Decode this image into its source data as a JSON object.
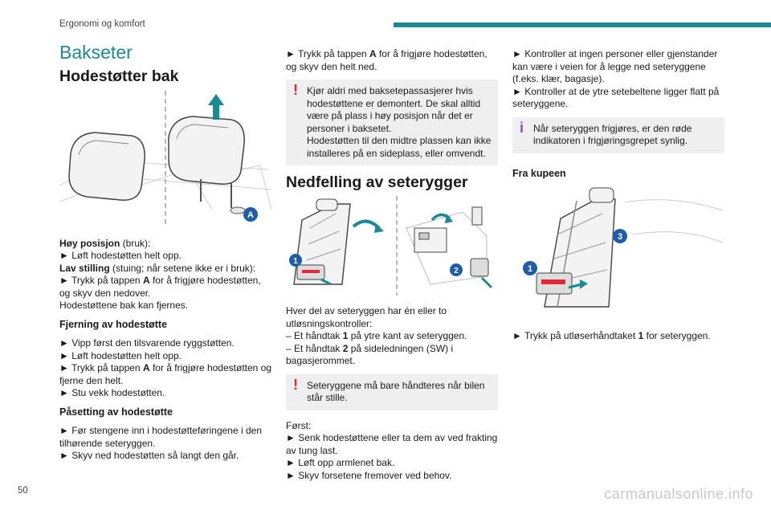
{
  "header": {
    "chapter": "Ergonomi og komfort",
    "page_number": "50"
  },
  "watermark": "carmanualsonline.info",
  "col1": {
    "section_title": "Bakseter",
    "heading": "Hodestøtter bak",
    "figure_label_a": "A",
    "high_label": "Høy posisjon",
    "high_suffix": " (bruk):",
    "high_step": "► Løft hodestøtten helt opp.",
    "low_label": "Lav stilling",
    "low_suffix": " (stuing; når setene ikke er i bruk):",
    "low_step_a": "► Trykk på tappen ",
    "low_step_b": "A",
    "low_step_c": " for å frigjøre hodestøtten, og skyv den nedover.",
    "removable": "Hodestøttene bak kan fjernes.",
    "remove_heading": "Fjerning av hodestøtte",
    "remove_1": "► Vipp først den tilsvarende ryggstøtten.",
    "remove_2": "► Løft hodestøtten helt opp.",
    "remove_3a": "► Trykk på tappen ",
    "remove_3b": "A",
    "remove_3c": " for å frigjøre hodestøtten og fjerne den helt.",
    "remove_4": "► Stu vekk hodestøtten.",
    "fit_heading": "Påsetting av hodestøtte",
    "fit_1": "► Før stengene inn i hodestøtteføringene i den tilhørende seteryggen.",
    "fit_2": "► Skyv ned hodestøtten så langt den går."
  },
  "col2": {
    "top_step_a": "► Trykk på tappen ",
    "top_step_b": "A",
    "top_step_c": " for å frigjøre hodestøtten, og skyv den helt ned.",
    "warn1": "Kjør aldri med baksetepassasjerer hvis hodestøttene er demontert. De skal alltid være på plass i høy posisjon når det er personer i baksetet.",
    "warn1b": "Hodestøtten til den midtre plassen kan ikke installeres på en sideplass, eller omvendt.",
    "heading": "Nedfelling av seterygger",
    "fig_label_1": "1",
    "fig_label_2": "2",
    "controls_intro": "Hver del av seteryggen har én eller to utløsningskontroller:",
    "control_1a": "– Et håndtak ",
    "control_1b": "1",
    "control_1c": " på ytre kant av seteryggen.",
    "control_2a": "– Et håndtak ",
    "control_2b": "2",
    "control_2c": " på sideledningen (SW) i bagasjerommet.",
    "warn2": "Seteryggene må bare håndteres når bilen står stille.",
    "first": "Først:",
    "first_1": "► Senk hodestøttene eller ta dem av ved frakting av tung last.",
    "first_2": "► Løft opp armlenet bak.",
    "first_3": "► Skyv forsetene fremover ved behov."
  },
  "col3": {
    "check_1": "► Kontroller at ingen personer eller gjenstander kan være i veien for å legge ned seteryggene (f.eks. klær, bagasje).",
    "check_2": "► Kontroller at de ytre setebeltene ligger flatt på seteryggene.",
    "info": "Når seteryggen frigjøres, er den røde indikatoren i frigjøringsgrepet synlig.",
    "subheading": "Fra kupeen",
    "fig_label_1": "1",
    "fig_label_3": "3",
    "press_a": "► Trykk på utløserhåndtaket ",
    "press_b": "1",
    "press_c": " for seteryggen."
  },
  "colors": {
    "accent": "#1b8a93",
    "warning": "#e3263a",
    "info": "#7f4fc4",
    "box_bg": "#efefef",
    "badge": "#1e5da8"
  }
}
